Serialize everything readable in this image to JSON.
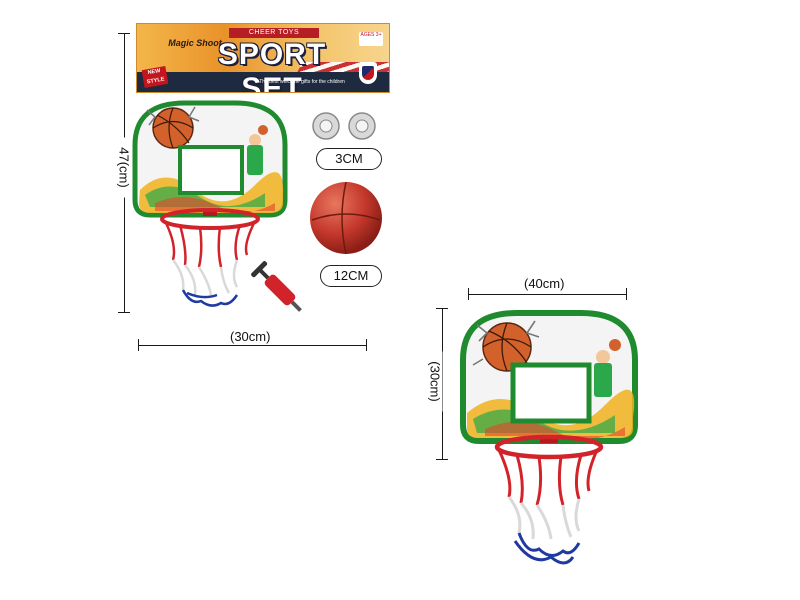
{
  "package": {
    "brand": "CHEER TOYS",
    "tagline": "Magic Shoot",
    "title": "SPORT SET",
    "badge": "NEW STYLE",
    "age": "AGES 3+",
    "slogan": "The best welcome gifts for the children"
  },
  "dimensions": {
    "package_height": "47(cm)",
    "package_width": "(30cm)",
    "board_width": "(40cm)",
    "board_height": "(30cm)"
  },
  "accessories": {
    "suction_cup_size": "3CM",
    "ball_size": "12CM"
  },
  "colors": {
    "board_border": "#1f8a2e",
    "rim": "#d2232a",
    "ball": "#c4382c",
    "net_red": "#d2232a",
    "net_blue": "#1f3aa0",
    "pump": "#d2232a"
  }
}
